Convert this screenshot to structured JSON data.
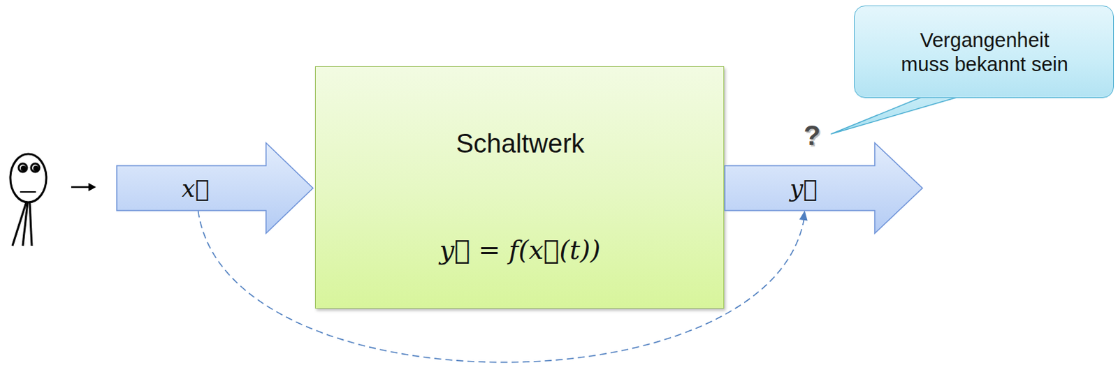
{
  "diagram": {
    "nodes": [
      {
        "text": [
          "x⃗"
        ]
      },
      {
        "text": [
          "Schaltwerk",
          "y⃗ = f(x⃗(t))"
        ]
      },
      {
        "text": [
          "y⃗"
        ]
      },
      {
        "text": [
          "Vergangenheit muss bekannt sein"
        ]
      }
    ],
    "edges": [
      {
        "from": 0,
        "to": 2,
        "arrow": "to"
      }
    ],
    "labels": [
      "?"
    ]
  }
}
